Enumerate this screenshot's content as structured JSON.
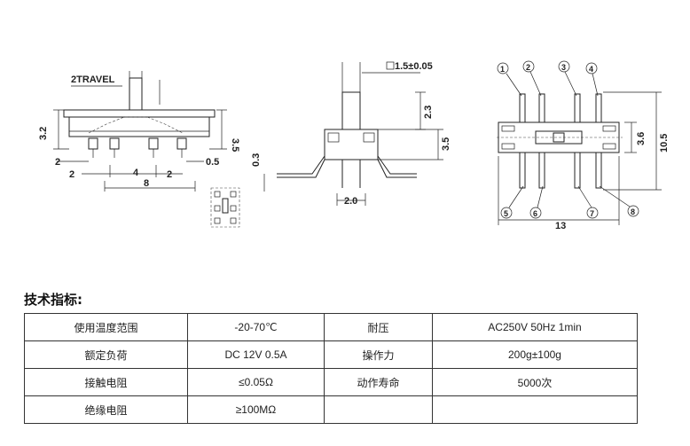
{
  "drawing": {
    "front_view": {
      "travel": "2TRAVEL",
      "height_total": "3.2",
      "height_side": "3.5",
      "pitch_left": "2",
      "pitch_left2": "2",
      "pitch_mid": "4",
      "pitch_right": "2",
      "pin_width": "0.5",
      "overall_length": "8"
    },
    "side_view": {
      "lever": "1.5±0.05",
      "lever_height": "2.3",
      "body_height": "3.5",
      "lead": "0.3",
      "span": "2.0"
    },
    "top_view": {
      "width_inner": "3.6",
      "width_outer": "10.5",
      "length": "13",
      "pins": [
        "1",
        "2",
        "3",
        "4",
        "5",
        "6",
        "7",
        "8"
      ]
    }
  },
  "specs_title": "技术指标:",
  "specs": [
    {
      "label1": "使用温度范围",
      "value1": "-20-70℃",
      "label2": "耐压",
      "value2": "AC250V 50Hz 1min"
    },
    {
      "label1": "额定负荷",
      "value1": "DC 12V 0.5A",
      "label2": "操作力",
      "value2": "200g±100g"
    },
    {
      "label1": "接触电阻",
      "value1": "≤0.05Ω",
      "label2": "动作寿命",
      "value2": "5000次"
    },
    {
      "label1": "绝缘电阻",
      "value1": "≥100MΩ",
      "label2": "",
      "value2": ""
    }
  ]
}
